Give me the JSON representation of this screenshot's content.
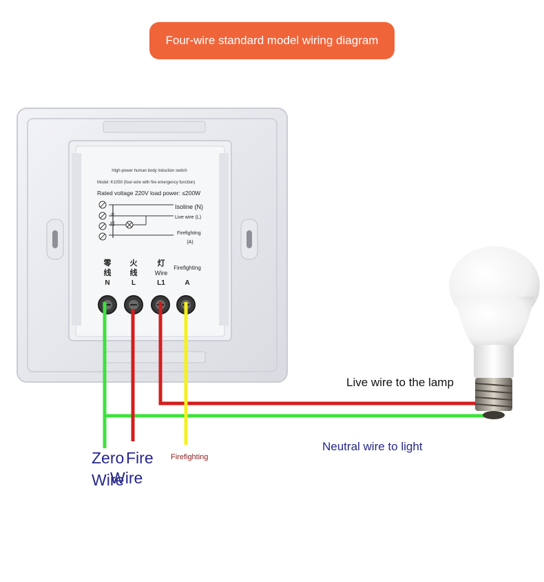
{
  "title": "Four-wire standard model wiring diagram",
  "panel": {
    "heading": "High-power human body induction switch",
    "model": "Model: K1050 (four-wire with fire emergency function)",
    "rating": "Rated voltage 220V load power: ≤200W",
    "legend": {
      "isoline": "Isoline (N)",
      "live": "Live wire (L)",
      "fire": "Firefighting",
      "fire_code": "(A)",
      "sym_fire": "火",
      "sym_lamp": "灯"
    },
    "terminals": [
      {
        "cn1": "零",
        "cn2": "线",
        "code": "N"
      },
      {
        "cn1": "火",
        "cn2": "线",
        "code": "L"
      },
      {
        "cn1": "灯",
        "cn2": "Wire",
        "code": "L1"
      },
      {
        "cn1": "",
        "cn2": "",
        "code": "A"
      }
    ],
    "fire_label": "Firefighting"
  },
  "labels": {
    "live_to_lamp": "Live wire to the lamp",
    "neutral_to_light": "Neutral wire to light",
    "zero_line1": "Zero",
    "zero_line2": "Wire",
    "fire_line1": "Fire",
    "fire_line2": "Wire",
    "firefighting": "Firefighting"
  },
  "colors": {
    "title_bg": "#f0643a",
    "neutral_wire": "#3ee23e",
    "live_wire": "#d41e1e",
    "fire_wire": "#f5f020",
    "label_blue": "#26278a"
  },
  "icons": [
    "light-bulb-icon",
    "screw-terminal-icon"
  ]
}
